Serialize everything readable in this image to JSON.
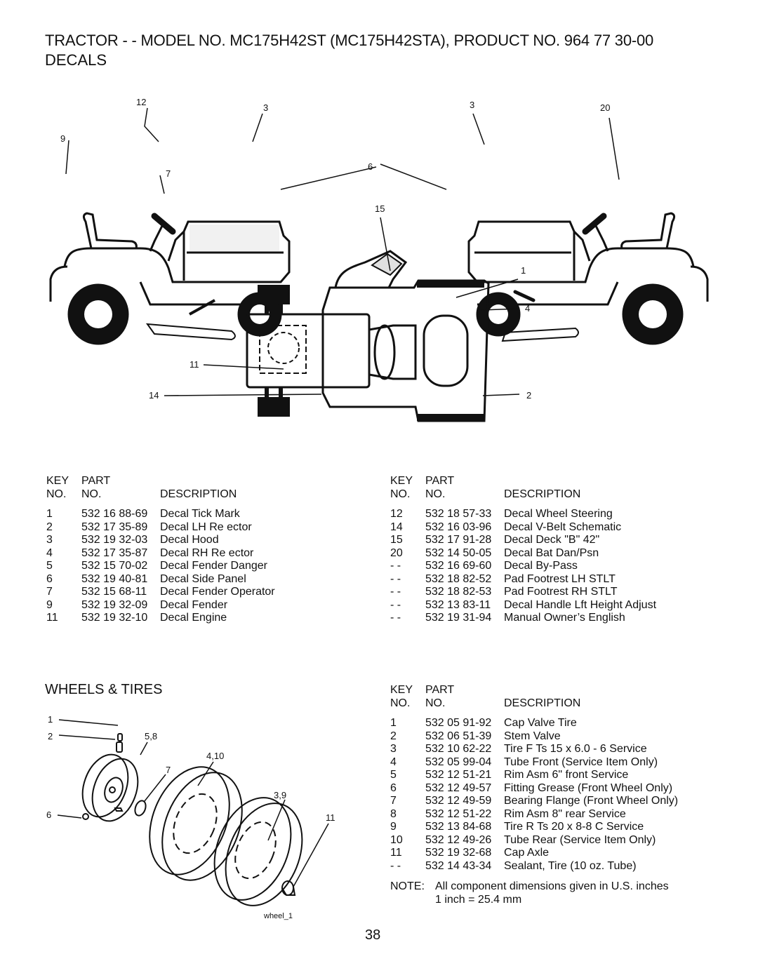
{
  "header": {
    "title": "TRACTOR - - MODEL NO. MC175H42ST (MC175H42STA), PRODUCT NO. 964 77 30-00",
    "section": "DECALS"
  },
  "decal_callouts": {
    "c12": "12",
    "c3a": "3",
    "c9": "9",
    "c7": "7",
    "c3b": "3",
    "c20": "20",
    "c6": "6",
    "c15": "15",
    "c1": "1",
    "c4": "4",
    "c11": "11",
    "c14": "14",
    "c2": "2"
  },
  "table_headers": {
    "key": "KEY",
    "part": "PART",
    "no": "NO.",
    "description": "DESCRIPTION"
  },
  "decals_left": [
    {
      "key": "1",
      "part": "532 16 88-69",
      "desc": "Decal Tick Mark"
    },
    {
      "key": "2",
      "part": "532 17 35-89",
      "desc": "Decal LH Re ector"
    },
    {
      "key": "3",
      "part": "532 19 32-03",
      "desc": "Decal Hood"
    },
    {
      "key": "4",
      "part": "532 17 35-87",
      "desc": "Decal RH Re ector"
    },
    {
      "key": "5",
      "part": "532 15 70-02",
      "desc": "Decal Fender Danger"
    },
    {
      "key": "6",
      "part": "532 19 40-81",
      "desc": "Decal Side Panel"
    },
    {
      "key": "7",
      "part": "532 15 68-11",
      "desc": "Decal Fender Operator"
    },
    {
      "key": "9",
      "part": "532 19 32-09",
      "desc": "Decal Fender"
    },
    {
      "key": "11",
      "part": "532 19 32-10",
      "desc": "Decal Engine"
    }
  ],
  "decals_right": [
    {
      "key": "12",
      "part": "532 18 57-33",
      "desc": "Decal Wheel Steering"
    },
    {
      "key": "14",
      "part": "532 16 03-96",
      "desc": "Decal V-Belt  Schematic"
    },
    {
      "key": "15",
      "part": "532 17 91-28",
      "desc": "Decal Deck \"B\" 42\""
    },
    {
      "key": "20",
      "part": "532 14 50-05",
      "desc": "Decal Bat Dan/Psn"
    },
    {
      "key": "- -",
      "part": "532 16 69-60",
      "desc": "Decal By-Pass"
    },
    {
      "key": "- -",
      "part": "532 18 82-52",
      "desc": "Pad Footrest LH STLT"
    },
    {
      "key": "- -",
      "part": "532 18 82-53",
      "desc": "Pad Footrest RH STLT"
    },
    {
      "key": "- -",
      "part": "532 13 83-11",
      "desc": "Decal Handle Lft Height Adjust"
    },
    {
      "key": "- -",
      "part": "532 19 31-94",
      "desc": "Manual Owner’s English"
    }
  ],
  "wheels": {
    "title": "WHEELS & TIRES",
    "callouts": {
      "w1": "1",
      "w2": "2",
      "w58": "5,8",
      "w410": "4,10",
      "w7": "7",
      "w39": "3,9",
      "w6": "6",
      "w11": "11"
    },
    "caption": "wheel_1",
    "rows": [
      {
        "key": "1",
        "part": "532 05 91-92",
        "desc": "Cap Valve Tire"
      },
      {
        "key": "2",
        "part": "532 06 51-39",
        "desc": "Stem Valve"
      },
      {
        "key": "3",
        "part": "532 10 62-22",
        "desc": "Tire F Ts 15 x 6.0 - 6 Service"
      },
      {
        "key": "4",
        "part": "532 05 99-04",
        "desc": "Tube Front (Service Item Only)"
      },
      {
        "key": "5",
        "part": "532 12 51-21",
        "desc": "Rim Asm 6\" front Service"
      },
      {
        "key": "6",
        "part": "532 12 49-57",
        "desc": "Fitting Grease (Front Wheel Only)"
      },
      {
        "key": "7",
        "part": "532 12 49-59",
        "desc": "Bearing Flange (Front Wheel Only)"
      },
      {
        "key": "8",
        "part": "532 12 51-22",
        "desc": "Rim Asm 8\" rear Service"
      },
      {
        "key": "9",
        "part": "532 13 84-68",
        "desc": "Tire R Ts 20 x 8-8 C Service"
      },
      {
        "key": "10",
        "part": "532 12 49-26",
        "desc": "Tube Rear (Service Item Only)"
      },
      {
        "key": "11",
        "part": "532 19 32-68",
        "desc": "Cap Axle"
      },
      {
        "key": "- -",
        "part": "532 14 43-34",
        "desc": "Sealant, Tire (10 oz. Tube)"
      }
    ]
  },
  "note": {
    "label": "NOTE:",
    "line1": "All component dimensions given in U.S. inches",
    "line2": "1 inch = 25.4 mm"
  },
  "page_number": "38"
}
